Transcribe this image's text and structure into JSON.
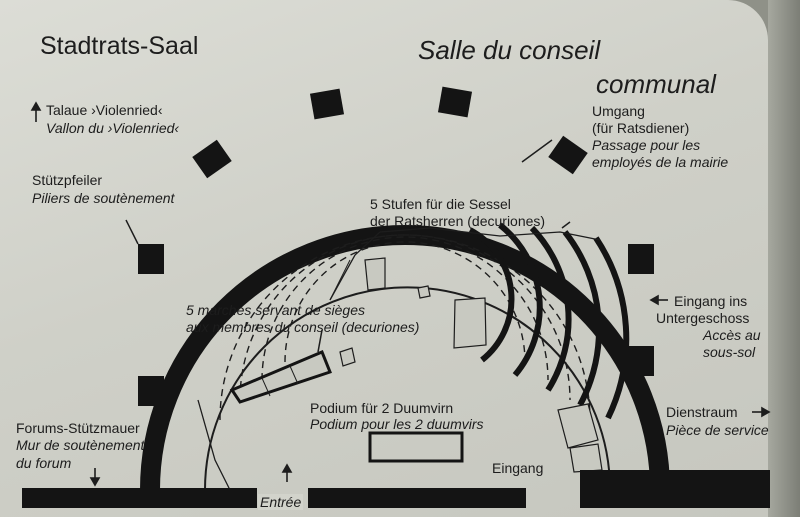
{
  "title": {
    "german": "Stadtrats-Saal",
    "french_line1": "Salle du conseil",
    "french_line2": "communal"
  },
  "labels": {
    "talaue_de": "Talaue ›Violenried‹",
    "talaue_fr": "Vallon du ›Violenried‹",
    "umgang_de1": "Umgang",
    "umgang_de2": "(für Ratsdiener)",
    "umgang_fr1": "Passage pour les",
    "umgang_fr2": "employés de la mairie",
    "stuetz_de": "Stützpfeiler",
    "stuetz_fr": "Piliers de soutènement",
    "stufen_de1": "5 Stufen für die Sessel",
    "stufen_de2": "der Ratsherren (decuriones)",
    "marches_fr1": "5 marches servant de sièges",
    "marches_fr2": "aux membres du conseil (decuriones)",
    "eingang_ug_de1": "Eingang ins",
    "eingang_ug_de2": "Untergeschoss",
    "eingang_ug_fr1": "Accès au",
    "eingang_ug_fr2": "sous-sol",
    "podium_de": "Podium für 2 Duumvirn",
    "podium_fr": "Podium pour les 2 duumvirs",
    "dienst_de": "Dienstraum",
    "dienst_fr": "Pièce de service",
    "forum_de": "Forums-Stützmauer",
    "forum_fr1": "Mur de soutènement",
    "forum_fr2": "du forum",
    "eingang_de": "Eingang",
    "entree_fr": "Entrée"
  },
  "colors": {
    "plaque": "#d6d7d0",
    "ink": "#1d1d1d",
    "wall": "#141414"
  }
}
